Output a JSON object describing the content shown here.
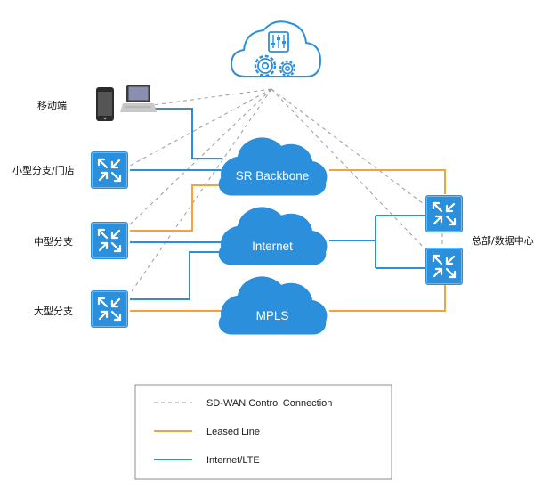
{
  "colors": {
    "control": "#9a9a9a",
    "leased": "#f5a23a",
    "internet": "#2b8fdc",
    "cloud": "#2b8fdc",
    "router": "#2b8fdc"
  },
  "sites": {
    "mobile": "移动端",
    "small_branch": "小型分支/门店",
    "medium_branch": "中型分支",
    "large_branch": "大型分支",
    "hq": "总部/数据中心"
  },
  "networks": {
    "sr_backbone": "SR Backbone",
    "internet": "Internet",
    "mpls": "MPLS"
  },
  "legend": {
    "control": "SD-WAN  Control Connection",
    "leased": "Leased Line",
    "internet": "Internet/LTE"
  }
}
